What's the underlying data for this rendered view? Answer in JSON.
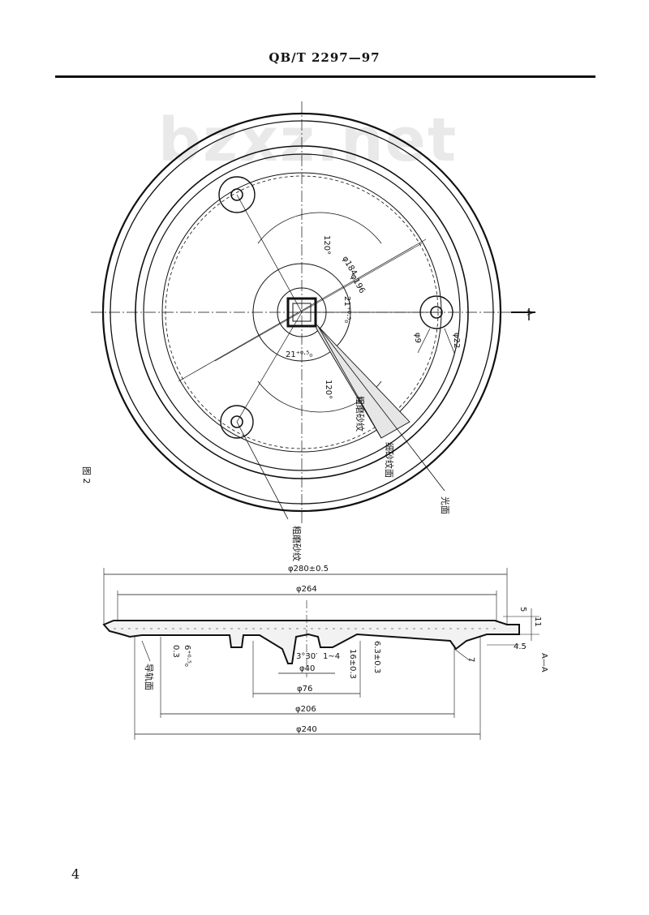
{
  "header": {
    "standard_code": "QB/T 2297—97"
  },
  "watermark": {
    "text": "bzxz.net"
  },
  "figure": {
    "label": "图 2"
  },
  "plan_view": {
    "angles": [
      "120°",
      "120°"
    ],
    "diameters": [
      "φ184",
      "φ196",
      "φ9",
      "φ22"
    ],
    "square": [
      "21⁺⁰·⁵₀",
      "21⁺⁰·⁵₀"
    ],
    "section_mark": "A",
    "surface_notes": [
      "粗磨砂纹",
      "细砂纹面",
      "光面",
      "粗磨砂纹"
    ]
  },
  "section_view": {
    "title": "A—A",
    "dims": {
      "d280": "φ280±0.5",
      "d264": "φ264",
      "d40": "φ40",
      "d76": "φ76",
      "d206": "φ206",
      "d240": "φ240",
      "angle": "3°30′",
      "range": "1~4",
      "h16": "16±0.3",
      "h63": "6.3±0.3",
      "h03": "0.3",
      "h6": "6⁺⁰·⁵₀",
      "h5": "5",
      "h11": "11",
      "h45": "4.5",
      "h7": "7"
    },
    "rail_label": "导轨面"
  },
  "page": {
    "number": "4"
  }
}
